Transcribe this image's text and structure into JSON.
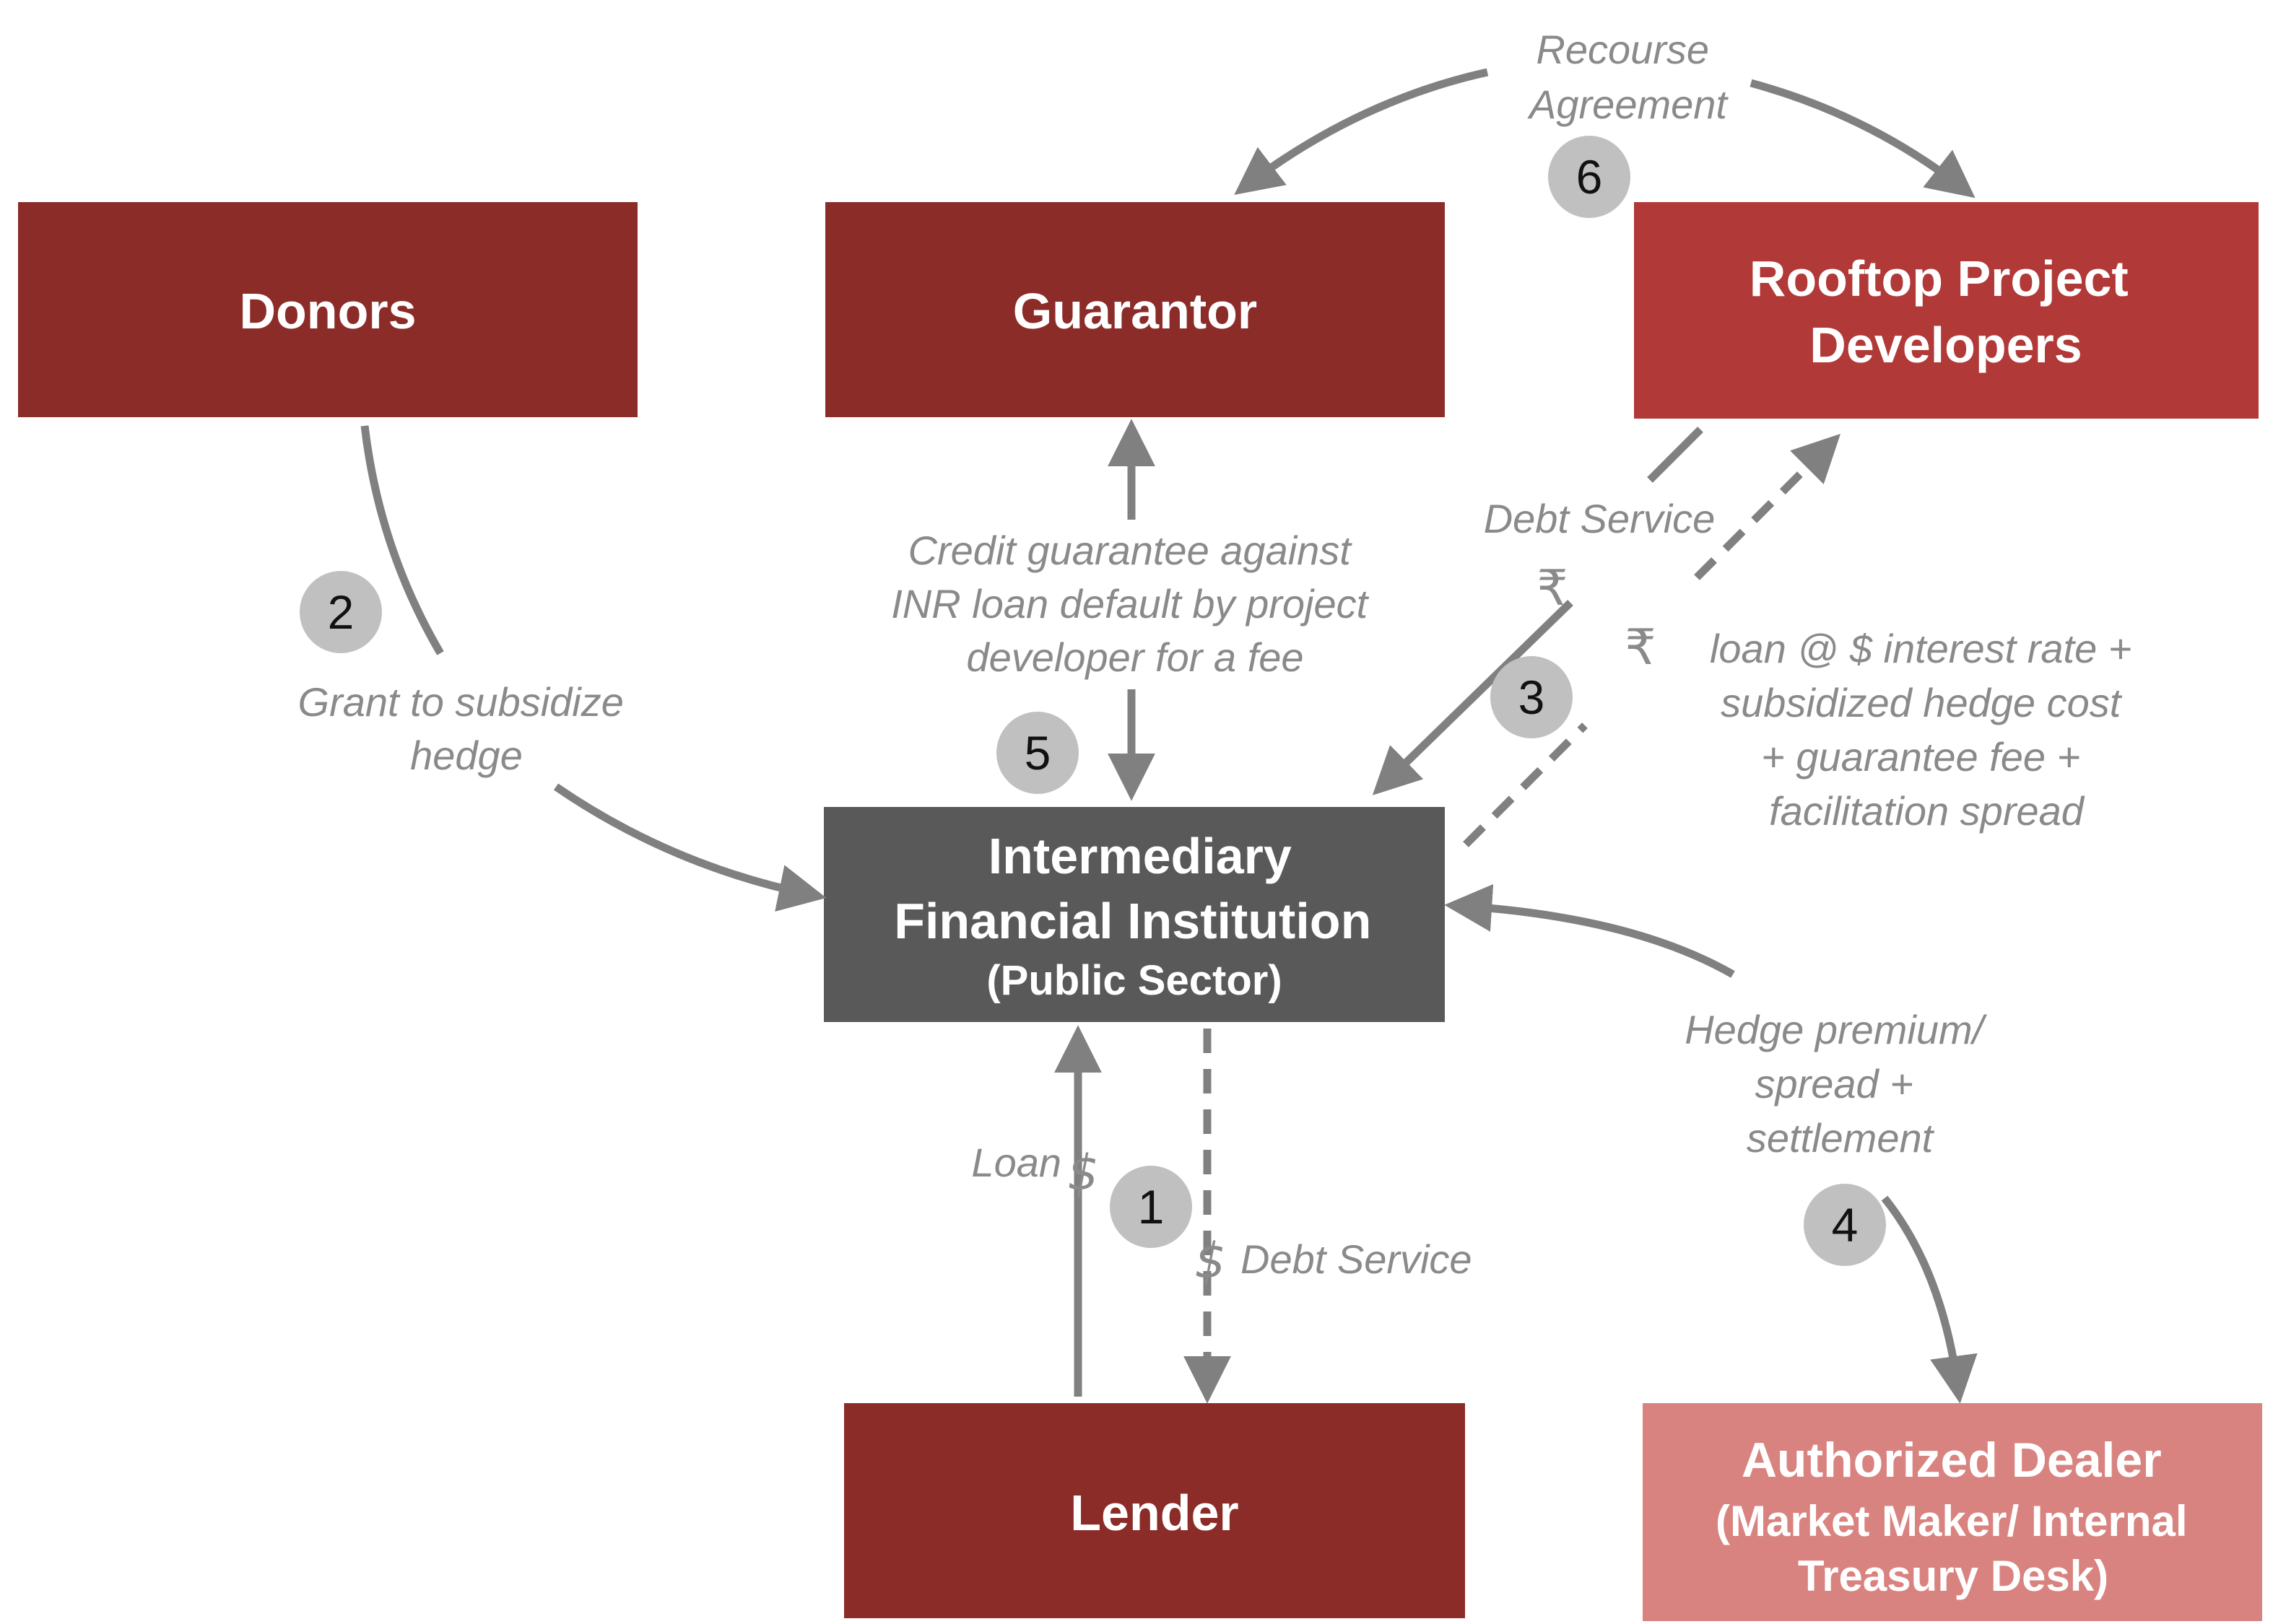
{
  "colors": {
    "dark_red": "#8b2c29",
    "red": "#b13937",
    "pink": "#d98380",
    "charcoal": "#595959",
    "arrow": "#808080",
    "badge": "#c0c0c0",
    "label": "#8a8a8a"
  },
  "nodes": {
    "donors": [
      "Donors"
    ],
    "guarantor": [
      "Guarantor"
    ],
    "developers": [
      "Rooftop Project",
      "Developers"
    ],
    "ifi": [
      "Intermediary",
      "Financial Institution",
      "(Public Sector)"
    ],
    "lender": [
      "Lender"
    ],
    "dealer": [
      "Authorized Dealer",
      "(Market Maker/ Internal",
      "Treasury Desk)"
    ]
  },
  "labels": {
    "recourse": [
      "Recourse",
      "Agreement"
    ],
    "grant": [
      "Grant to subsidize",
      "hedge"
    ],
    "credit": [
      "Credit guarantee against",
      "INR loan default by project",
      "developer for a fee"
    ],
    "debt_service_top": [
      "Debt Service"
    ],
    "loan_terms": [
      "loan @ $ interest rate +",
      "subsidized hedge cost",
      "+ guarantee fee +",
      "facilitation spread"
    ],
    "hedge": [
      "Hedge premium/",
      "spread +",
      "settlement"
    ],
    "loan": [
      "Loan"
    ],
    "debt_service_bottom": [
      "Debt Service"
    ]
  },
  "currency": {
    "rupee_top": "₹",
    "rupee_loan": "₹",
    "dollar_loan": "$",
    "dollar_debt": "$"
  },
  "badges": [
    "1",
    "2",
    "3",
    "4",
    "5",
    "6"
  ]
}
